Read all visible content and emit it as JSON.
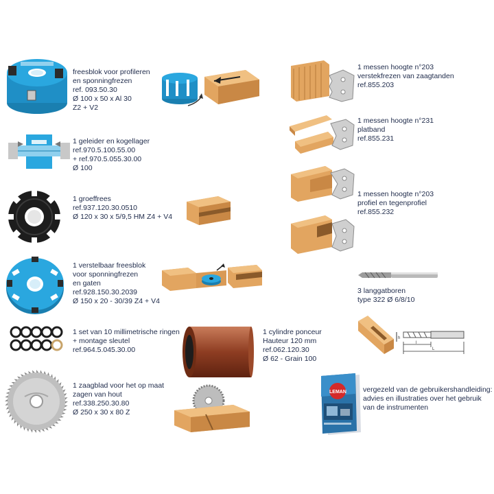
{
  "colors": {
    "tool_blue": "#2aa7df",
    "wood": "#e2a560",
    "wood_dark": "#b87a3a",
    "text": "#1e2a4a"
  },
  "items": [
    {
      "lines": [
        "freesblok voor profileren",
        "en sponningfrezen",
        "ref. 093.50.30",
        "Ø 100 x 50 x Al 30",
        "Z2 + V2"
      ]
    },
    {
      "lines": [
        "1 geleider en kogellager",
        "ref.970.5.100.55.00",
        "+ ref.970.5.055.30.00",
        "Ø 100"
      ]
    },
    {
      "lines": [
        "1 groeffrees",
        "ref.937.120.30.0510",
        "Ø 120 x 30 x 5/9,5 HM Z4 + V4"
      ]
    },
    {
      "lines": [
        "1 verstelbaar freesblok",
        "voor sponningfrezen",
        "en gaten",
        "ref.928.150.30.2039",
        "Ø 150 x 20 - 30/39 Z4 + V4"
      ]
    },
    {
      "lines": [
        "1 set van 10 millimetrische ringen",
        "+ montage sleutel",
        "ref.964.5.045.30.00"
      ]
    },
    {
      "lines": [
        "1 zaagblad voor het op maat",
        "zagen van hout",
        "ref.338.250.30.80",
        "Ø 250 x 30 x 80 Z"
      ]
    },
    {
      "lines": [
        "1 messen hoogte n°203",
        "verstekfrezen van zaagtanden",
        "ref.855.203"
      ]
    },
    {
      "lines": [
        "1 messen hoogte n°231",
        "platband",
        "ref.855.231"
      ]
    },
    {
      "lines": [
        "1 messen hoogte n°203",
        "profiel en tegenprofiel",
        "ref.855.232"
      ]
    },
    {
      "lines": [
        "3 langgatboren",
        "type 322 Ø 6/8/10"
      ]
    },
    {
      "lines": [
        "1 cylindre ponceur",
        "Hauteur 120 mm",
        "ref.062.120.30",
        "Ø 62 - Grain 100"
      ]
    },
    {
      "lines": [
        "vergezeld van de gebruikershandleiding:",
        "advies en illustraties over het gebruik",
        "van de instrumenten"
      ]
    }
  ],
  "manual_brand": "LEMAN",
  "dimension_labels": {
    "h": "h",
    "l_short": "l",
    "L": "L"
  }
}
